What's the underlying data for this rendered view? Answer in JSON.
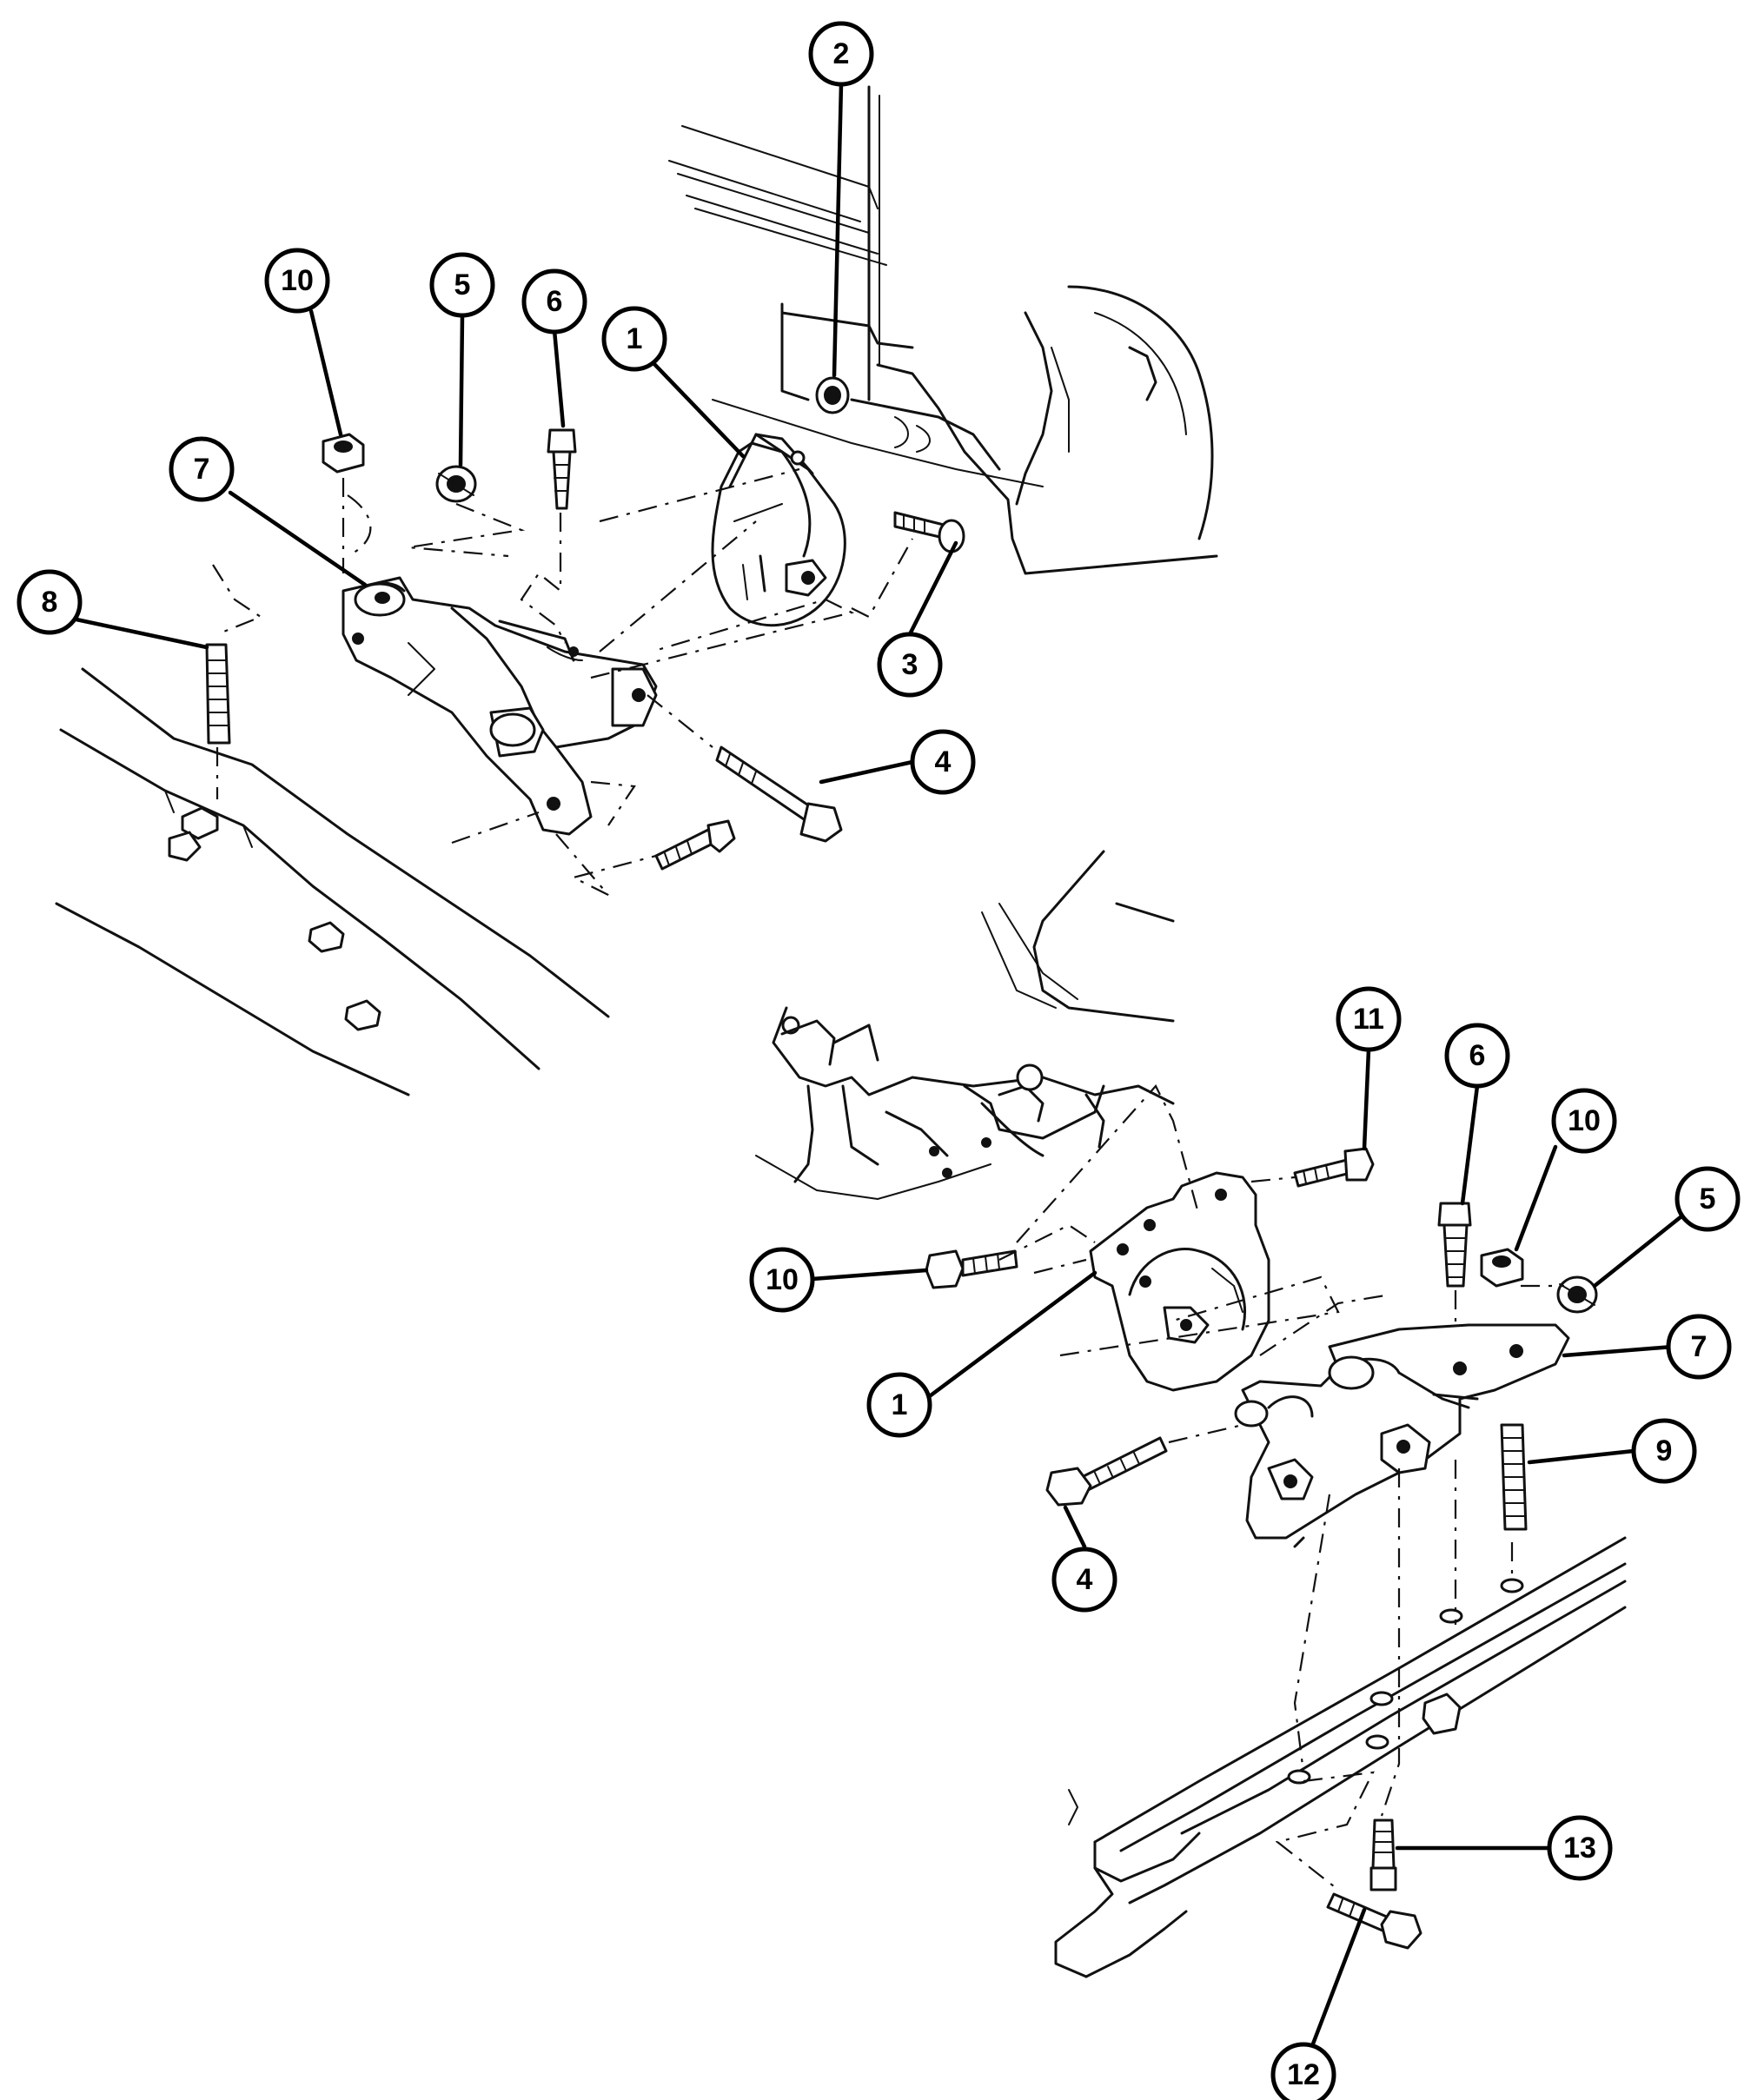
{
  "callouts": [
    {
      "id": "c2-top",
      "label": "2"
    },
    {
      "id": "c10-top",
      "label": "10"
    },
    {
      "id": "c5-top",
      "label": "5"
    },
    {
      "id": "c6-top",
      "label": "6"
    },
    {
      "id": "c1-top",
      "label": "1"
    },
    {
      "id": "c7-top",
      "label": "7"
    },
    {
      "id": "c8-top",
      "label": "8"
    },
    {
      "id": "c3-top",
      "label": "3"
    },
    {
      "id": "c4-top",
      "label": "4"
    },
    {
      "id": "c11-bot",
      "label": "11"
    },
    {
      "id": "c6-bot",
      "label": "6"
    },
    {
      "id": "c10-bot-right",
      "label": "10"
    },
    {
      "id": "c5-bot",
      "label": "5"
    },
    {
      "id": "c10-bot-left",
      "label": "10"
    },
    {
      "id": "c7-bot",
      "label": "7"
    },
    {
      "id": "c1-bot",
      "label": "1"
    },
    {
      "id": "c9-bot",
      "label": "9"
    },
    {
      "id": "c4-bot",
      "label": "4"
    },
    {
      "id": "c13-bot",
      "label": "13"
    },
    {
      "id": "c12-bot",
      "label": "12"
    }
  ]
}
